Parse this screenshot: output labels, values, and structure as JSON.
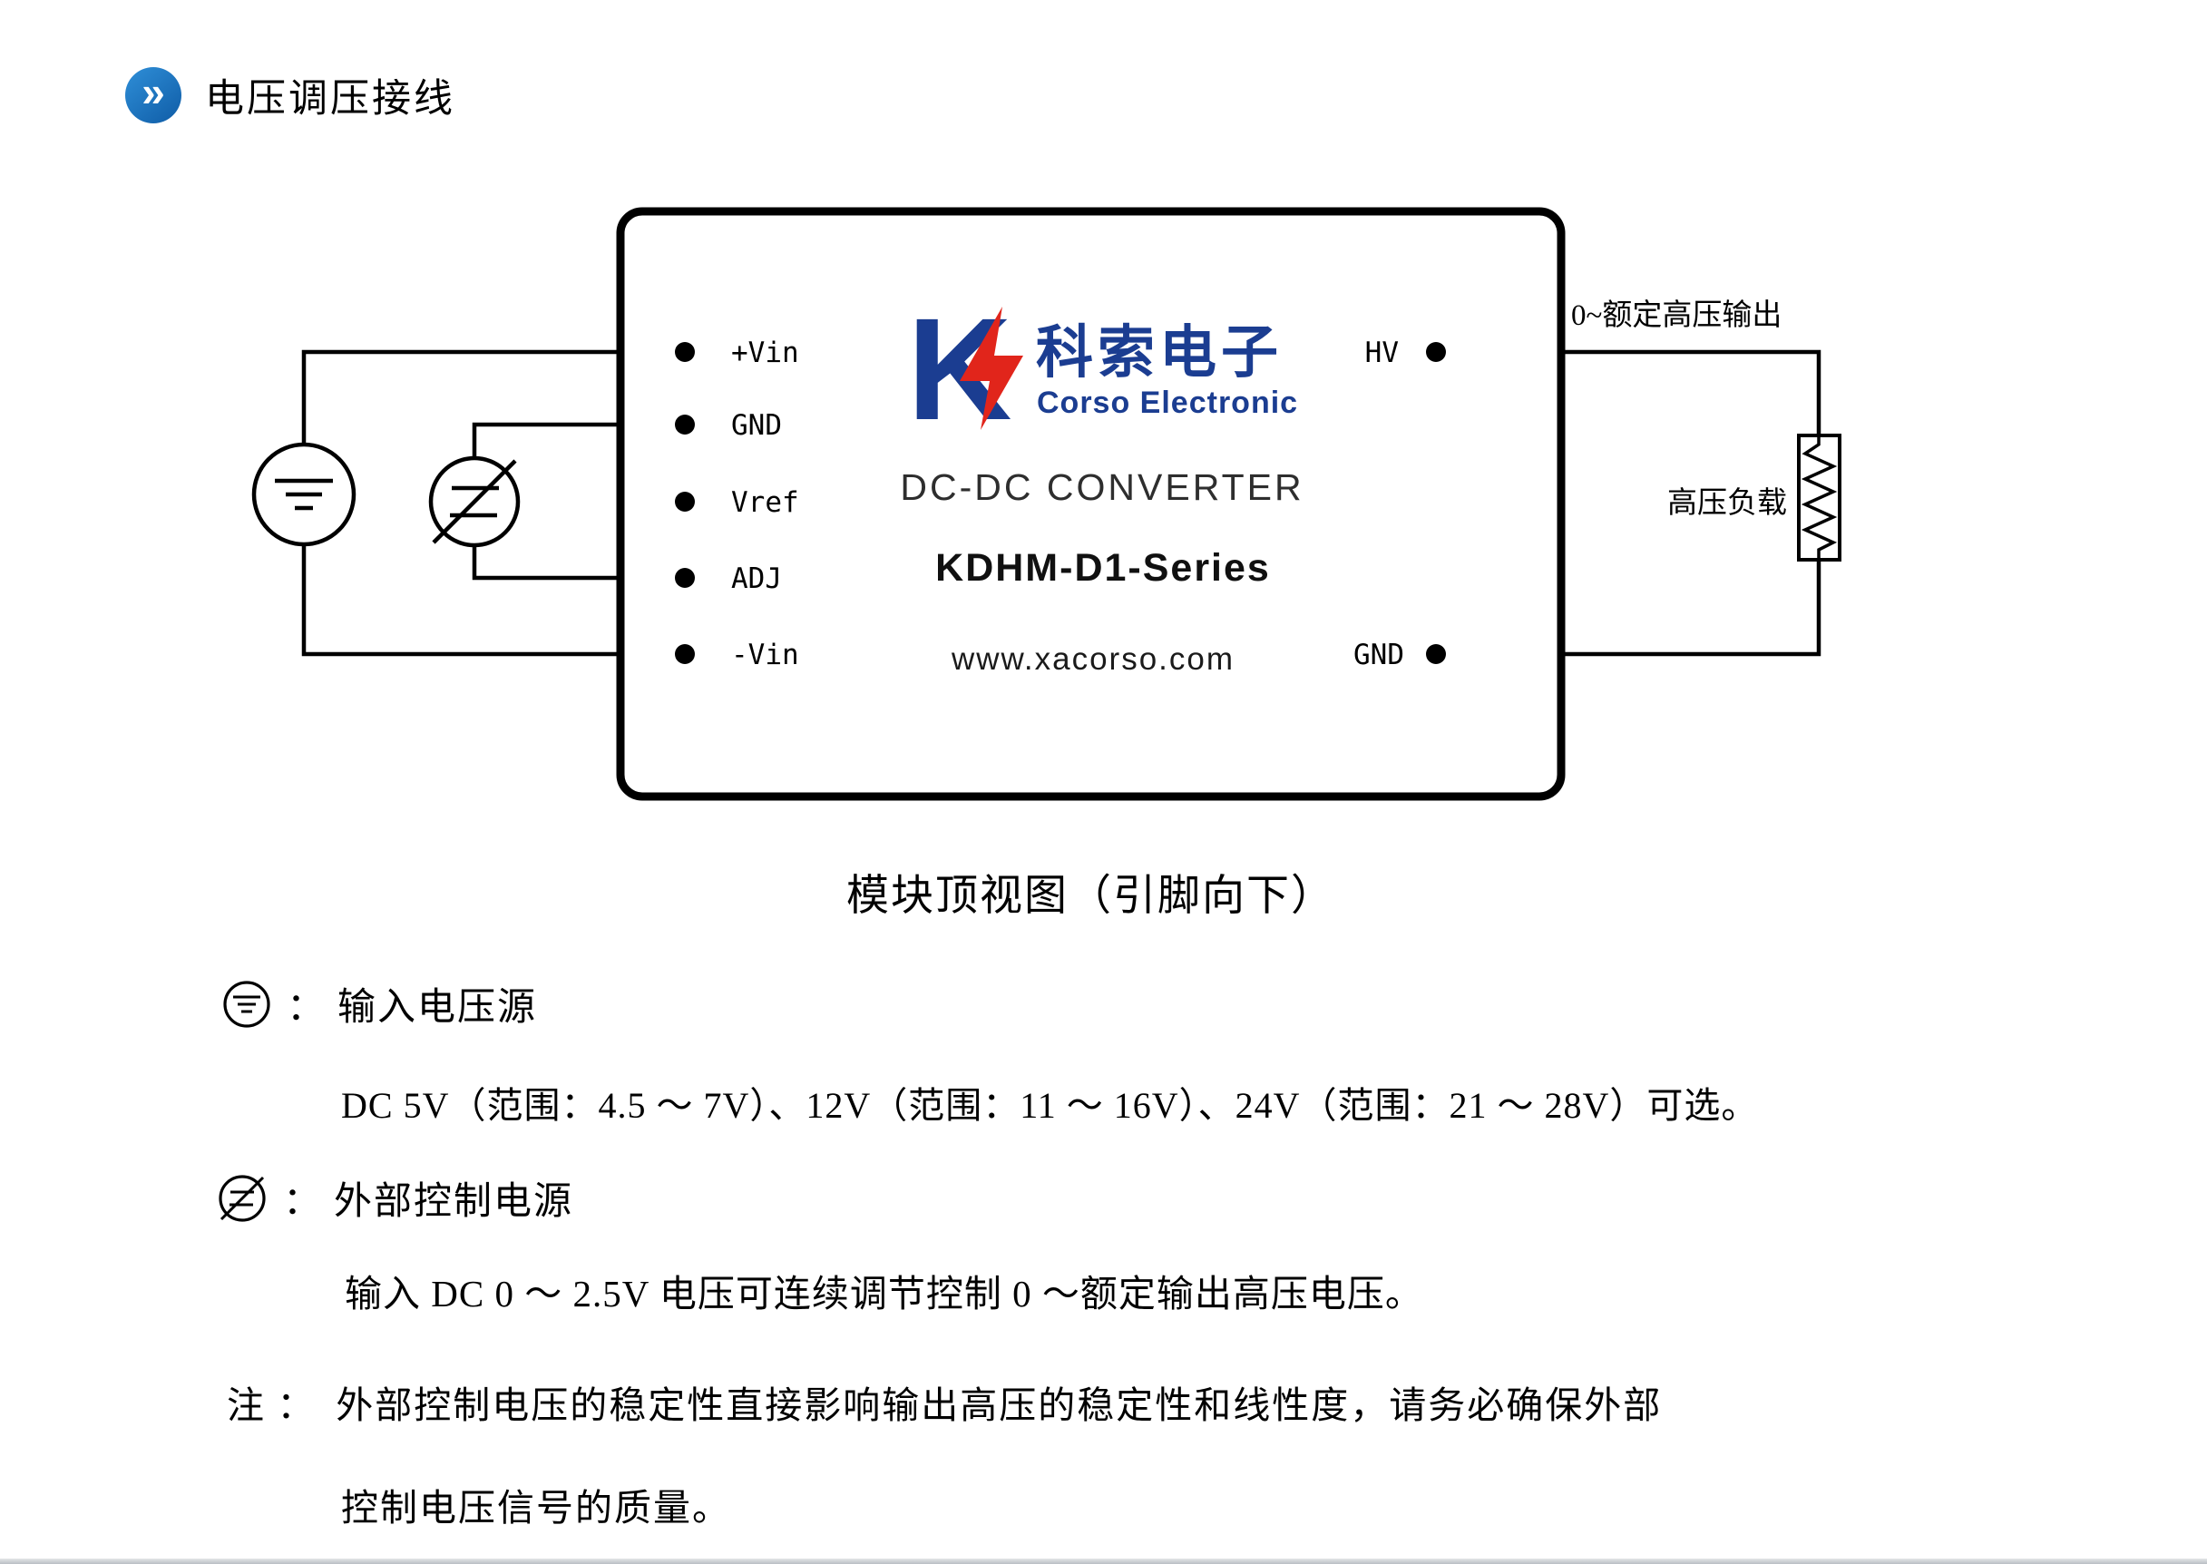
{
  "header": {
    "title": "电压调压接线"
  },
  "module": {
    "left_pins": [
      "+Vin",
      "GND",
      "Vref",
      "ADJ",
      "-Vin"
    ],
    "right_pins": [
      "HV",
      "GND"
    ],
    "brand": {
      "logo_letter": "K",
      "name_cn": "科索电子",
      "name_en": "Corso Electronic"
    },
    "product_type": "DC-DC CONVERTER",
    "series": "KDHM-D1-Series",
    "website": "www.xacorso.com"
  },
  "output": {
    "hv_label": "0~额定高压输出",
    "load_label": "高压负载"
  },
  "caption": "模块顶视图（引脚向下）",
  "legend": {
    "input_source": {
      "colon": "：",
      "label": "输入电压源",
      "detail": "DC 5V（范围：4.5 ～ 7V）、12V（范围：11 ～ 16V）、24V（范围：21 ～ 28V）可选。"
    },
    "control_source": {
      "colon": "：",
      "label": "外部控制电源",
      "detail": "输入 DC 0 ～ 2.5V 电压可连续调节控制 0 ～额定输出高压电压。"
    },
    "note": {
      "prefix": "注 ：",
      "line1": "外部控制电压的稳定性直接影响输出高压的稳定性和线性度，请务必确保外部",
      "line2": "控制电压信号的质量。"
    }
  },
  "colors": {
    "brand_blue": "#1b3d91",
    "accent_red": "#e1251b",
    "icon_blue": "#2f8fd8",
    "line_black": "#000000"
  }
}
